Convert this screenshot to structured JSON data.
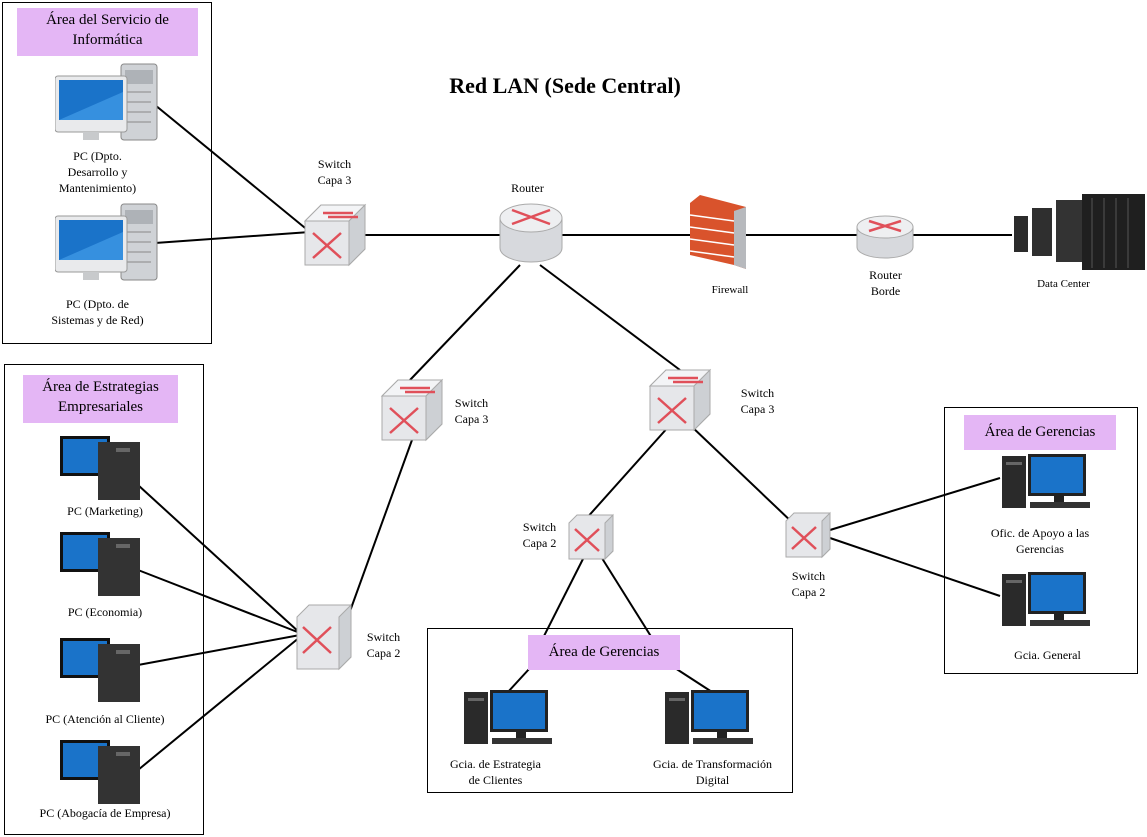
{
  "title": "Red LAN (Sede Central)",
  "areas": {
    "informatica": "Área del Servicio de Informática",
    "estrategias": "Área de Estrategias Empresariales",
    "gerencias_bottom": "Área de Gerencias",
    "gerencias_right": "Área de Gerencias"
  },
  "devices": {
    "pc_desarrollo": "PC (Dpto. Desarrollo y Mantenimiento)",
    "pc_sistemas": "PC (Dpto. de Sistemas y de Red)",
    "switch_top": "Switch Capa 3",
    "router": "Router",
    "firewall": "Firewall",
    "router_borde": "Router Borde",
    "data_center": "Data Center",
    "switch_mid_left": "Switch Capa 3",
    "switch_mid_right": "Switch Capa 3",
    "switch_l2_left": "Switch Capa 2",
    "switch_l2_center": "Switch Capa 2",
    "switch_l2_right": "Switch Capa 2",
    "pc_marketing": "PC (Marketing)",
    "pc_economia": "PC (Economia)",
    "pc_atencion": "PC (Atención al Cliente)",
    "pc_abogacia": "PC (Abogacía de Empresa)",
    "gcia_estrategia": "Gcia. de Estrategia de Clientes",
    "gcia_transformacion": "Gcia. de Transformación Digital",
    "ofic_apoyo": "Ofic. de Apoyo a las Gerencias",
    "gcia_general": "Gcia. General"
  },
  "colors": {
    "area_label_bg": "#e4b6f5",
    "switch_arrow": "#e0505a",
    "firewall_brick": "#d9532c",
    "screen_blue": "#1a73c9"
  }
}
